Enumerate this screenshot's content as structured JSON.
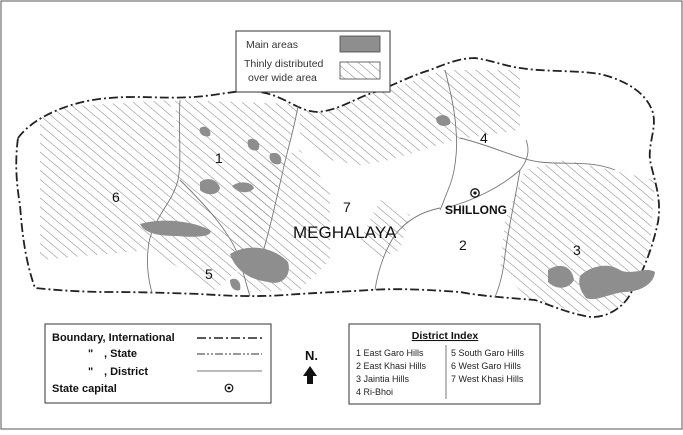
{
  "legend_top": {
    "main_areas": "Main areas",
    "thinly_line1": "Thinly distributed",
    "thinly_line2": "over wide area"
  },
  "districts": [
    {
      "num": "1",
      "name": "East Garo Hills"
    },
    {
      "num": "2",
      "name": "East Khasi Hills"
    },
    {
      "num": "3",
      "name": "Jaintia Hills"
    },
    {
      "num": "4",
      "name": "Ri-Bhoi"
    },
    {
      "num": "5",
      "name": "South Garo Hills"
    },
    {
      "num": "6",
      "name": "West Garo Hills"
    },
    {
      "num": "7",
      "name": "West Khasi Hills"
    }
  ],
  "map_labels": {
    "state": "MEGHALAYA",
    "capital": "SHILLONG"
  },
  "boundary_legend": {
    "international": "Boundary, International",
    "state_quote": "\"",
    "state": ", State",
    "district_quote": "\"",
    "district": ", District",
    "capital": "State capital"
  },
  "district_index": {
    "title": "District Index",
    "col1": [
      "1  East Garo Hills",
      "2  East Khasi Hills",
      "3  Jaintia Hills",
      "4  Ri-Bhoi"
    ],
    "col2": [
      "5  South Garo Hills",
      "6  West Garo Hills",
      "7  West Khasi Hills"
    ]
  },
  "north": {
    "label": "N."
  },
  "colors": {
    "main_area": "#8e8e8e",
    "hatch": "#8a8a8a",
    "boundary": "#222222",
    "district_line": "#777777"
  }
}
